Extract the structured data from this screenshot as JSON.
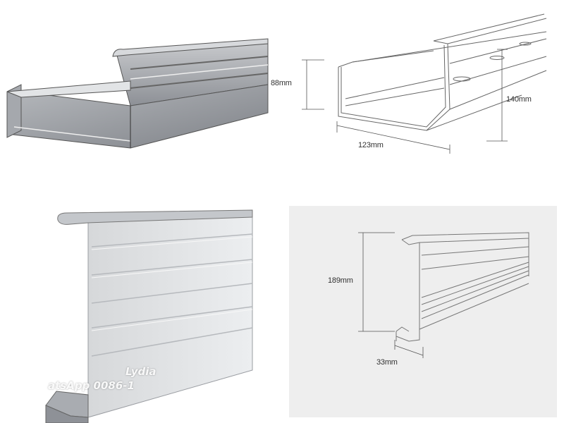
{
  "dimensions": {
    "gutter_height": "88mm",
    "gutter_width": "123mm",
    "gutter_depth": "140mm",
    "fascia_height": "189mm",
    "fascia_lip": "33mm"
  },
  "watermark": {
    "name": "Lydia",
    "contact": "atsApp 0086-1"
  }
}
